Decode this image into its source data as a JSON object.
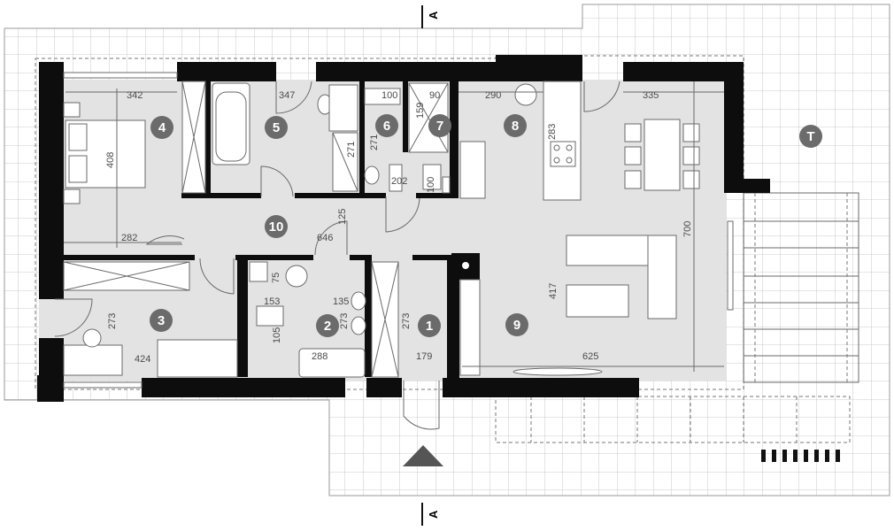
{
  "section_markers": {
    "top": "A",
    "bottom": "A"
  },
  "rooms": [
    {
      "id": "r4",
      "label": "4"
    },
    {
      "id": "r5",
      "label": "5"
    },
    {
      "id": "r6",
      "label": "6"
    },
    {
      "id": "r7",
      "label": "7"
    },
    {
      "id": "r8",
      "label": "8"
    },
    {
      "id": "r10",
      "label": "10"
    },
    {
      "id": "r3",
      "label": "3"
    },
    {
      "id": "r2",
      "label": "2"
    },
    {
      "id": "r1",
      "label": "1"
    },
    {
      "id": "r9",
      "label": "9"
    },
    {
      "id": "rT",
      "label": "T"
    }
  ],
  "dimensions": [
    "342",
    "408",
    "282",
    "347",
    "271",
    "100",
    "271",
    "90",
    "159",
    "202",
    "100",
    "290",
    "335",
    "283",
    "700",
    "125",
    "646",
    "273",
    "424",
    "75",
    "153",
    "135",
    "273",
    "105",
    "288",
    "273",
    "179",
    "417",
    "625"
  ],
  "colors": {
    "wall": "#0d0d0d",
    "floor": "#e3e3e3",
    "room_marker": "#6b6b6b",
    "terrace_grid": "#bdbdbd"
  }
}
